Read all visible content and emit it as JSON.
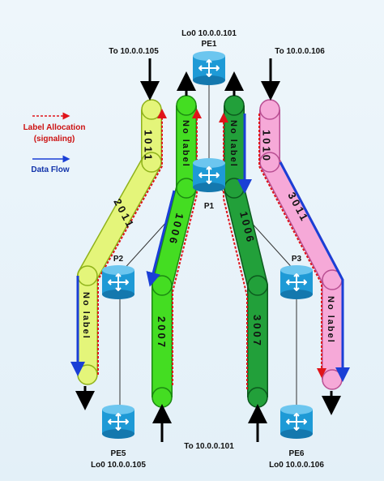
{
  "colors": {
    "yellow": "#e4f57a",
    "yellow_dark": "#8fb21a",
    "green": "#44dd22",
    "green_dark": "#1c8a12",
    "dgreen": "#22a03a",
    "dgreen_dark": "#0c5a1e",
    "pink": "#f6a9d8",
    "pink_dark": "#b94f93",
    "router": "#1e9ad6",
    "signal": "#e0141a",
    "flow": "#1a3fd6"
  },
  "legend": {
    "label_allocation": "Label Allocation",
    "signaling": "(signaling)",
    "data_flow": "Data Flow"
  },
  "routers": {
    "pe1": {
      "name": "PE1",
      "loopback": "Lo0 10.0.0.101",
      "icon": "router-icon"
    },
    "p1": {
      "name": "P1",
      "icon": "router-icon"
    },
    "p2": {
      "name": "P2",
      "icon": "router-icon"
    },
    "p3": {
      "name": "P3",
      "icon": "router-icon"
    },
    "pe5": {
      "name": "PE5",
      "loopback": "Lo0 10.0.0.105",
      "icon": "router-icon"
    },
    "pe6": {
      "name": "PE6",
      "loopback": "Lo0 10.0.0.106",
      "icon": "router-icon"
    }
  },
  "destinations": {
    "to_105": "To 10.0.0.105",
    "to_106": "To 10.0.0.106",
    "to_101": "To 10.0.0.101"
  },
  "lsps": {
    "yellow_top": "1011",
    "yellow_mid": "2011",
    "yellow_bottom": "No label",
    "green_top": "No label",
    "green_mid": "1006",
    "green_bottom": "2007",
    "dgreen_top": "No label",
    "dgreen_mid": "1006",
    "dgreen_bottom": "3007",
    "pink_top": "1010",
    "pink_mid": "3011",
    "pink_bottom": "No label"
  }
}
